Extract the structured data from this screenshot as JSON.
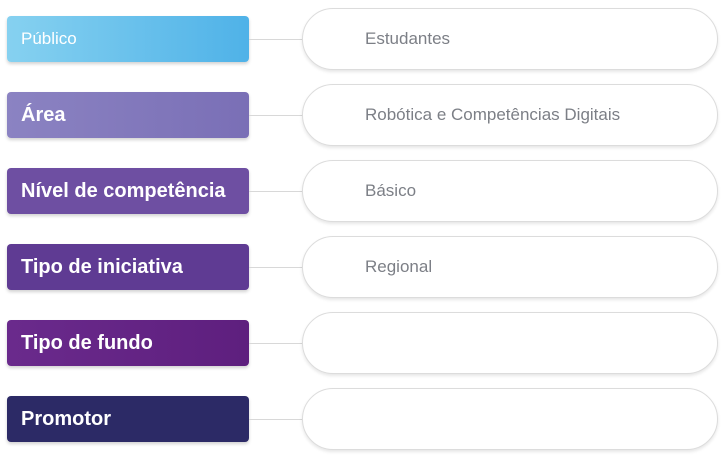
{
  "rows": [
    {
      "label": "Público",
      "value": "Estudantes"
    },
    {
      "label": "Área",
      "value": "Robótica e Competências Digitais"
    },
    {
      "label": "Nível de competência",
      "value": "Básico"
    },
    {
      "label": "Tipo de iniciativa",
      "value": "Regional"
    },
    {
      "label": "Tipo de fundo",
      "value": ""
    },
    {
      "label": "Promotor",
      "value": ""
    }
  ],
  "colors": {
    "publico": "#4fb2e8",
    "area": "#7a6fb6",
    "nivel": "#6e4fa2",
    "tipo_iniciativa": "#5f3b93",
    "tipo_fundo": "#5e1f7e",
    "promotor": "#2c2a66"
  }
}
